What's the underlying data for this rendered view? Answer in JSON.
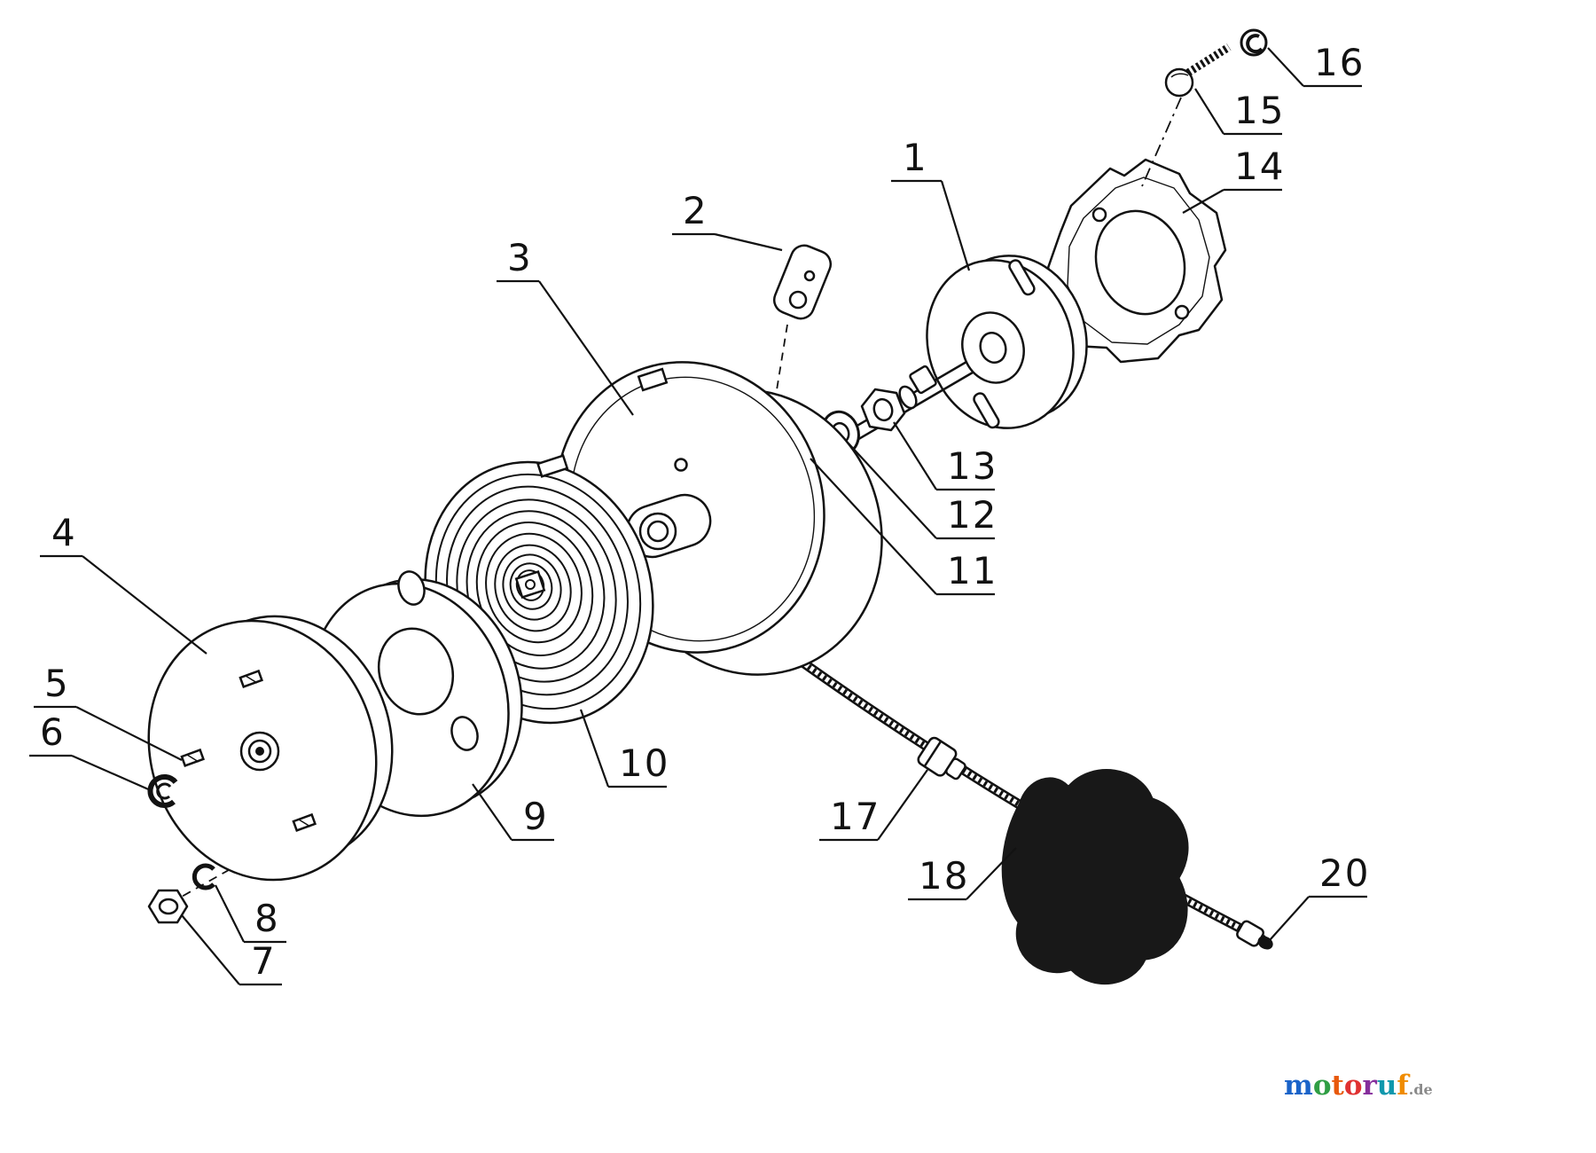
{
  "diagram": {
    "part_numbers": [
      "1",
      "2",
      "3",
      "4",
      "5",
      "6",
      "7",
      "8",
      "9",
      "10",
      "11",
      "12",
      "13",
      "14",
      "15",
      "16",
      "17",
      "18",
      "20"
    ]
  },
  "logo": {
    "letters": [
      {
        "char": "m",
        "color": "#1a63c9"
      },
      {
        "char": "o",
        "color": "#2f9e44"
      },
      {
        "char": "t",
        "color": "#e8590c"
      },
      {
        "char": "o",
        "color": "#e03131"
      },
      {
        "char": "r",
        "color": "#862e9c"
      },
      {
        "char": "u",
        "color": "#1098ad"
      },
      {
        "char": "f",
        "color": "#f08c00"
      }
    ],
    "suffix": ".de",
    "suffix_color": "#8a8a8a"
  }
}
